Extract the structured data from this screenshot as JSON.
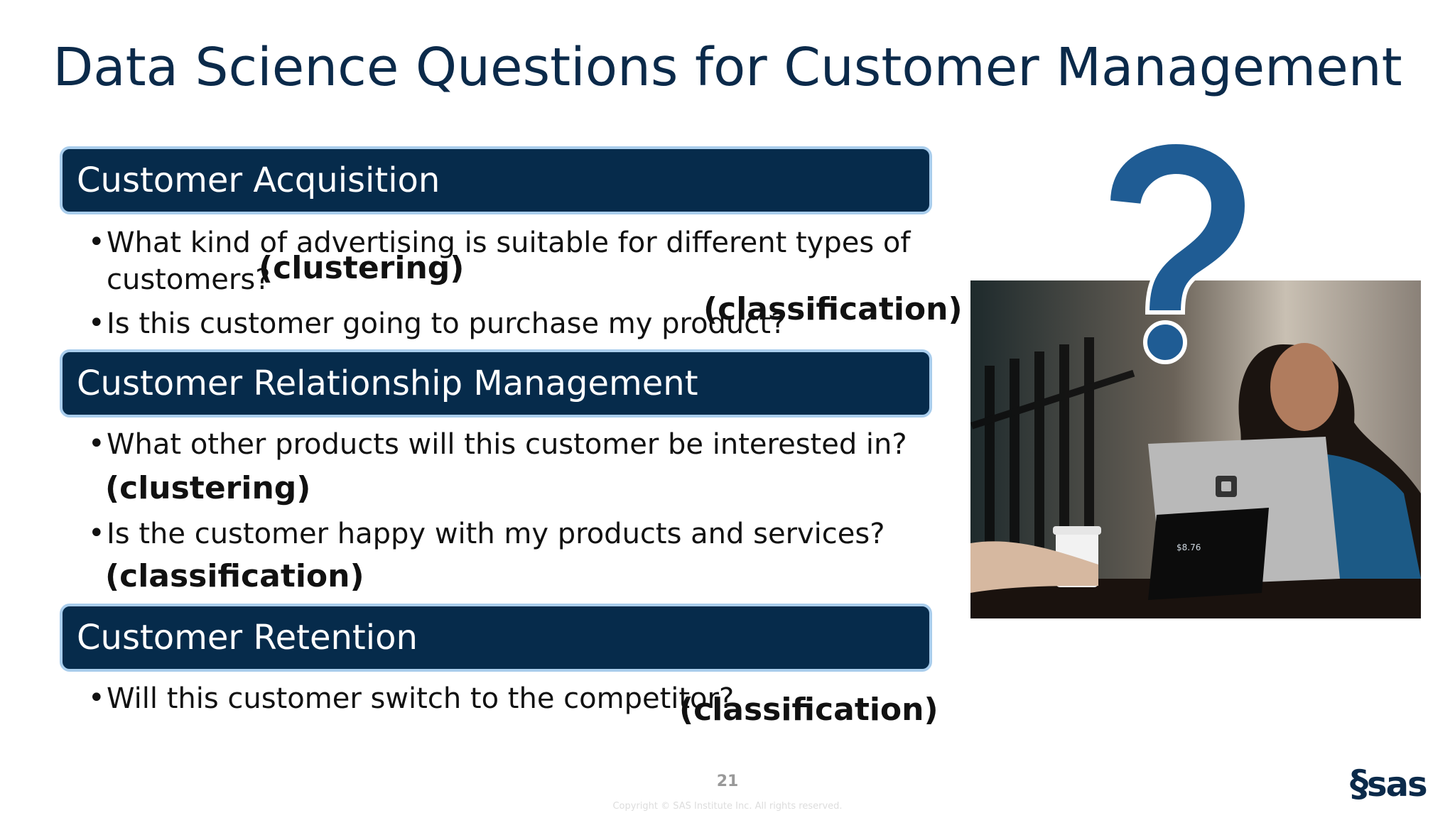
{
  "slide": {
    "title": "Data Science Questions for Customer Management",
    "page_number": "21",
    "copyright": "Copyright © SAS Institute Inc. All rights reserved.",
    "logo": "sas"
  },
  "sections": [
    {
      "header": "Customer Acquisition",
      "bullets": [
        {
          "line1": "What kind of advertising is suitable for different types of",
          "line2": "customers?",
          "tag": "(clustering)"
        },
        {
          "line1": "Is this customer going to purchase my product?",
          "tag": "(classification)"
        }
      ]
    },
    {
      "header": "Customer Relationship Management",
      "bullets": [
        {
          "line1": "What other products will this customer be interested in?",
          "tag": "(clustering)"
        },
        {
          "line1": "Is the customer happy with my products and services?",
          "tag": "(classification)"
        }
      ]
    },
    {
      "header": "Customer Retention",
      "bullets": [
        {
          "line1": "Will this customer switch to the competitor?",
          "tag": "(classification)"
        }
      ]
    }
  ],
  "bullet_symbol": "•",
  "photo": {
    "pos_amount": "$8.76",
    "icon": "question-mark-icon"
  },
  "colors": {
    "title": "#0b2a4a",
    "header_bg": "#062b4b",
    "header_border": "#a9cdec",
    "question_mark": "#1f5c94"
  }
}
